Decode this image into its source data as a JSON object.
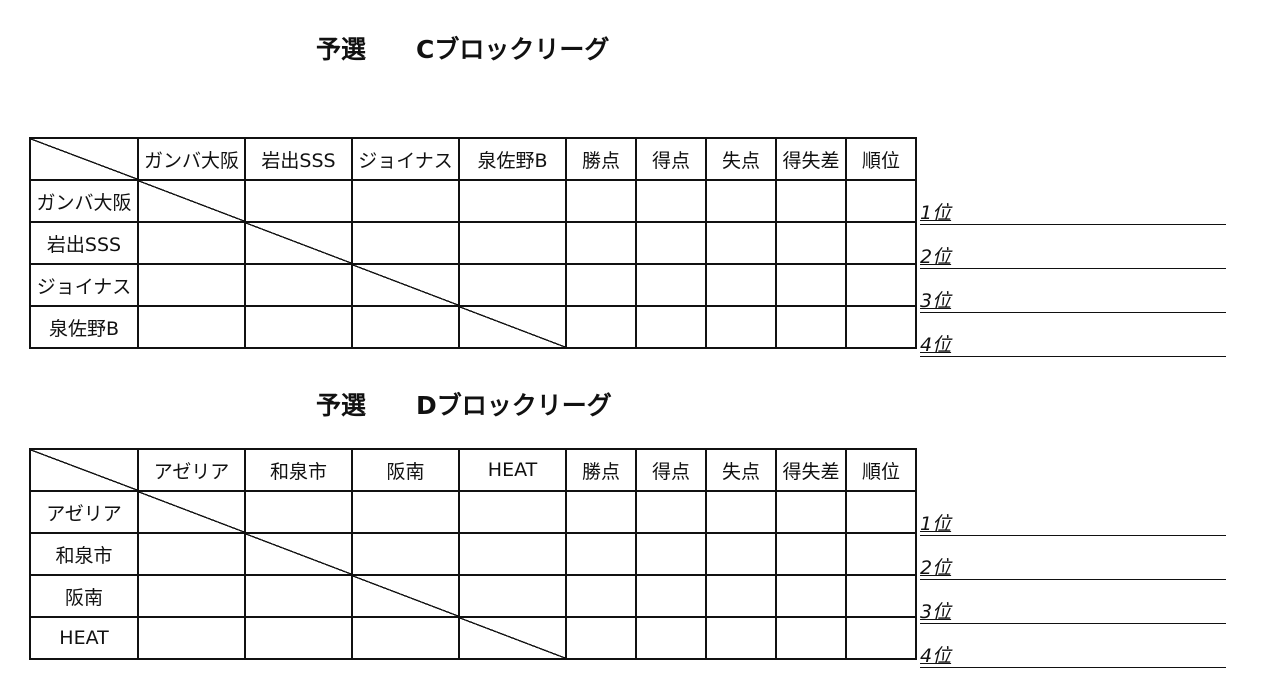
{
  "sections": [
    {
      "title": "予選　　Cブロックリーグ",
      "teams": [
        "ガンバ大阪",
        "岩出SSS",
        "ジョイナス",
        "泉佐野B"
      ],
      "stat_headers": [
        "勝点",
        "得点",
        "失点",
        "得失差",
        "順位"
      ],
      "rank_labels": [
        "1位",
        "2位",
        "3位",
        "4位"
      ]
    },
    {
      "title": "予選　　Dブロックリーグ",
      "teams": [
        "アゼリア",
        "和泉市",
        "阪南",
        "HEAT"
      ],
      "stat_headers": [
        "勝点",
        "得点",
        "失点",
        "得失差",
        "順位"
      ],
      "rank_labels": [
        "1位",
        "2位",
        "3位",
        "4位"
      ]
    }
  ]
}
